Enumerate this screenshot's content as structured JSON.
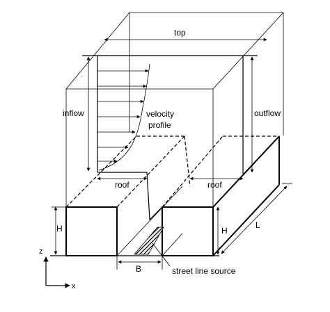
{
  "labels": {
    "top": "top",
    "inflow": "inflow",
    "outflow": "outflow",
    "velocity_line1": "velocity",
    "velocity_line2": "profile",
    "roof_left": "roof",
    "roof_right": "roof",
    "h_left": "H",
    "h_right": "H",
    "length": "L",
    "width": "B",
    "source": "street line source",
    "axis_z": "z",
    "axis_x": "x"
  }
}
